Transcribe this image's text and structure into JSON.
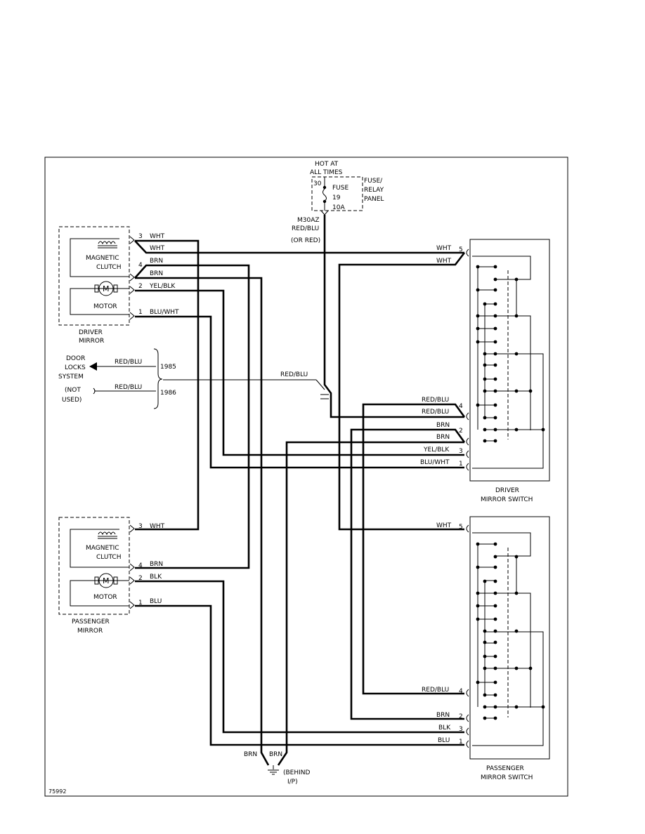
{
  "fuse": {
    "hot": "HOT AT",
    "all_times": "ALL TIMES",
    "terminal": "30",
    "fuse": "FUSE",
    "fuse_no": "19",
    "rating": "10A",
    "panel1": "FUSE/",
    "panel2": "RELAY",
    "panel3": "PANEL",
    "connector": "M30AZ",
    "wire": "RED/BLU",
    "alt": "(OR RED)"
  },
  "driver_mirror": {
    "title1": "DRIVER",
    "title2": "MIRROR",
    "clutch1": "MAGNETIC",
    "clutch2": "CLUTCH",
    "motor": "MOTOR",
    "motor_symbol": "M",
    "pins": [
      {
        "pin": "3",
        "wire": "WHT"
      },
      {
        "pin": "",
        "wire": "WHT"
      },
      {
        "pin": "4",
        "wire": "BRN"
      },
      {
        "pin": "",
        "wire": "BRN"
      },
      {
        "pin": "2",
        "wire": "YEL/BLK"
      },
      {
        "pin": "1",
        "wire": "BLU/WHT"
      }
    ]
  },
  "door_locks": {
    "l1": "DOOR",
    "l2": "LOCKS",
    "l3": "SYSTEM",
    "l4": "(NOT",
    "l5": "USED)",
    "wire1": "RED/BLU",
    "wire2": "RED/BLU",
    "year1": "1985",
    "year2": "1986",
    "splice_wire": "RED/BLU"
  },
  "driver_switch": {
    "title1": "DRIVER",
    "title2": "MIRROR SWITCH",
    "pins": [
      {
        "pin": "5",
        "wire": "WHT"
      },
      {
        "pin": "",
        "wire": "WHT"
      },
      {
        "pin": "",
        "wire": "RED/BLU"
      },
      {
        "pin": "4",
        "wire": "RED/BLU"
      },
      {
        "pin": "",
        "wire": "BRN"
      },
      {
        "pin": "2",
        "wire": "BRN"
      },
      {
        "pin": "3",
        "wire": "YEL/BLK"
      },
      {
        "pin": "1",
        "wire": "BLU/WHT"
      }
    ]
  },
  "passenger_mirror": {
    "title1": "PASSENGER",
    "title2": "MIRROR",
    "clutch1": "MAGNETIC",
    "clutch2": "CLUTCH",
    "motor": "MOTOR",
    "motor_symbol": "M",
    "pins": [
      {
        "pin": "3",
        "wire": "WHT"
      },
      {
        "pin": "4",
        "wire": "BRN"
      },
      {
        "pin": "2",
        "wire": "BLK"
      },
      {
        "pin": "1",
        "wire": "BLU"
      }
    ]
  },
  "passenger_switch": {
    "title1": "PASSENGER",
    "title2": "MIRROR SWITCH",
    "pins": [
      {
        "pin": "5",
        "wire": "WHT"
      },
      {
        "pin": "4",
        "wire": "RED/BLU"
      },
      {
        "pin": "2",
        "wire": "BRN"
      },
      {
        "pin": "3",
        "wire": "BLK"
      },
      {
        "pin": "1",
        "wire": "BLU"
      }
    ]
  },
  "ground": {
    "wire1": "BRN",
    "wire2": "BRN",
    "l1": "(BEHIND",
    "l2": "I/P)"
  },
  "figure_id": "75992"
}
